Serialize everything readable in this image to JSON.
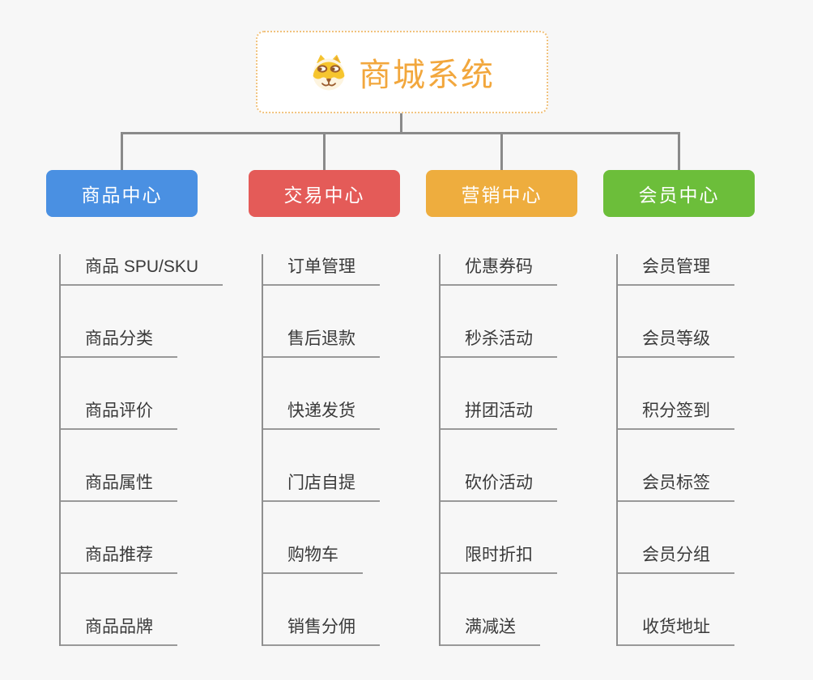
{
  "root": {
    "title": "商城系统",
    "title_color": "#f2a73d",
    "border_color": "#f1c27d",
    "icon": "shiba-dog-icon"
  },
  "connector_color": "#8a8a8a",
  "branches": [
    {
      "label": "商品中心",
      "color": "#4a90e2",
      "items": [
        "商品 SPU/SKU",
        "商品分类",
        "商品评价",
        "商品属性",
        "商品推荐",
        "商品品牌"
      ]
    },
    {
      "label": "交易中心",
      "color": "#e45b58",
      "items": [
        "订单管理",
        "售后退款",
        "快递发货",
        "门店自提",
        "购物车",
        "销售分佣"
      ]
    },
    {
      "label": "营销中心",
      "color": "#eead3e",
      "items": [
        "优惠券码",
        "秒杀活动",
        "拼团活动",
        "砍价活动",
        "限时折扣",
        "满减送"
      ]
    },
    {
      "label": "会员中心",
      "color": "#6cbe3a",
      "items": [
        "会员管理",
        "会员等级",
        "积分签到",
        "会员标签",
        "会员分组",
        "收货地址"
      ]
    }
  ]
}
